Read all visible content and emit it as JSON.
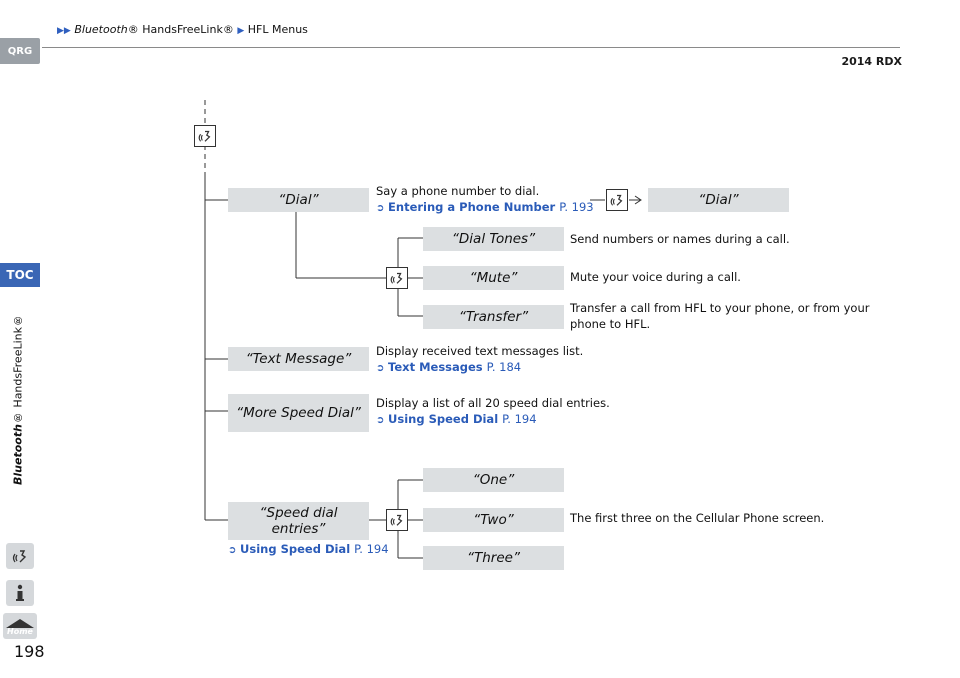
{
  "header": {
    "crumb_1": "Bluetooth",
    "crumb_1_suffix": "® HandsFreeLink®",
    "crumb_2": "HFL Menus",
    "model": "2014 RDX"
  },
  "sidebar": {
    "qrg": "QRG",
    "toc": "TOC",
    "section_italic": "Bluetooth",
    "section_rest": "® HandsFreeLink®",
    "icons": [
      "voice-icon",
      "info-icon",
      "home-icon"
    ],
    "home_label": "Home"
  },
  "page_number": "198",
  "commands": {
    "dial": "“Dial”",
    "dial_result": "“Dial”",
    "dial_tones": "“Dial Tones”",
    "mute": "“Mute”",
    "transfer": "“Transfer”",
    "text_message": "“Text Message”",
    "more_speed_dial": "“More Speed Dial”",
    "speed_dial_entries": "“Speed dial entries”",
    "one": "“One”",
    "two": "“Two”",
    "three": "“Three”"
  },
  "descriptions": {
    "dial": "Say a phone number to dial.",
    "dial_link": "Entering a Phone Number",
    "dial_link_page": "P. 193",
    "dial_tones": "Send numbers or names during a call.",
    "mute": "Mute your voice during a call.",
    "transfer": "Transfer a call from HFL to your phone, or from your phone to HFL.",
    "text_message": "Display received text messages list.",
    "text_message_link": "Text Messages",
    "text_message_link_page": "P. 184",
    "more_speed_dial": "Display a list of all 20 speed dial entries.",
    "more_speed_dial_link": "Using Speed Dial",
    "more_speed_dial_link_page": "P. 194",
    "speed_dial_link": "Using Speed Dial",
    "speed_dial_link_page": "P. 194",
    "first_three": "The first three on the Cellular Phone screen."
  }
}
